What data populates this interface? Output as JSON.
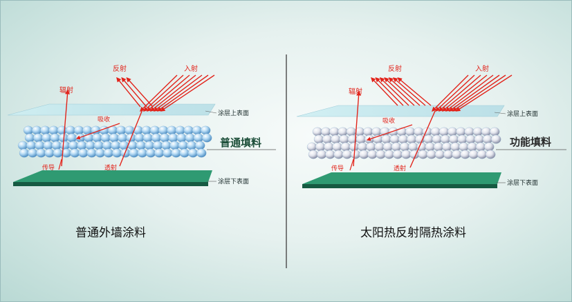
{
  "left_panel": {
    "reflect": "反射",
    "incident": "入射",
    "radiate": "辐射",
    "absorb": "吸收",
    "conduct": "传导",
    "transmit": "透射",
    "upper_surface": "涂层上表面",
    "filler": "普通填料",
    "lower_surface": "涂层下表面",
    "caption": "普通外墙涂料"
  },
  "right_panel": {
    "reflect": "反射",
    "incident": "入射",
    "radiate": "辐射",
    "absorb": "吸收",
    "conduct": "传导",
    "transmit": "透射",
    "upper_surface": "涂层上表面",
    "filler": "功能填料",
    "lower_surface": "涂层下表面",
    "caption": "太阳热反射隔热涂料"
  },
  "colors": {
    "arrow": "#e2231a",
    "plate_green": "#1f7a5a",
    "film": "#bfe3ea"
  }
}
